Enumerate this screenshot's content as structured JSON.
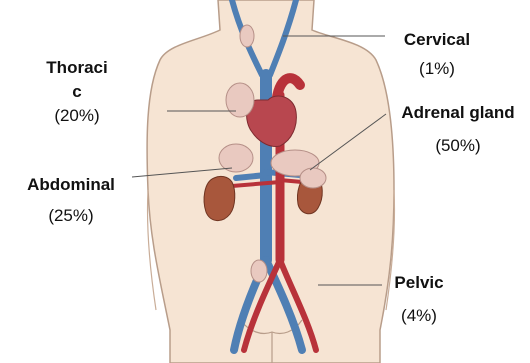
{
  "labels": {
    "cervical": {
      "name": "Cervical",
      "percent": "(1%)"
    },
    "thoracic": {
      "name_line1": "Thoraci",
      "name_line2": "c",
      "percent": "(20%)"
    },
    "adrenal": {
      "name": "Adrenal gland",
      "percent": "(50%)"
    },
    "abdominal": {
      "name": "Abdominal",
      "percent": "(25%)"
    },
    "pelvic": {
      "name": "Pelvic",
      "percent": "(4%)"
    }
  },
  "colors": {
    "skin": "#f6e4d3",
    "outline": "#b89d8a",
    "vein": "#4f7fb4",
    "artery": "#b8323a",
    "heart": "#b8474f",
    "kidney": "#a8573c",
    "tissue": "#e9c9c0",
    "leader": "#555555"
  },
  "icons": [
    "body-silhouette",
    "heart-icon",
    "kidney-icon",
    "paraganglioma-mass"
  ]
}
